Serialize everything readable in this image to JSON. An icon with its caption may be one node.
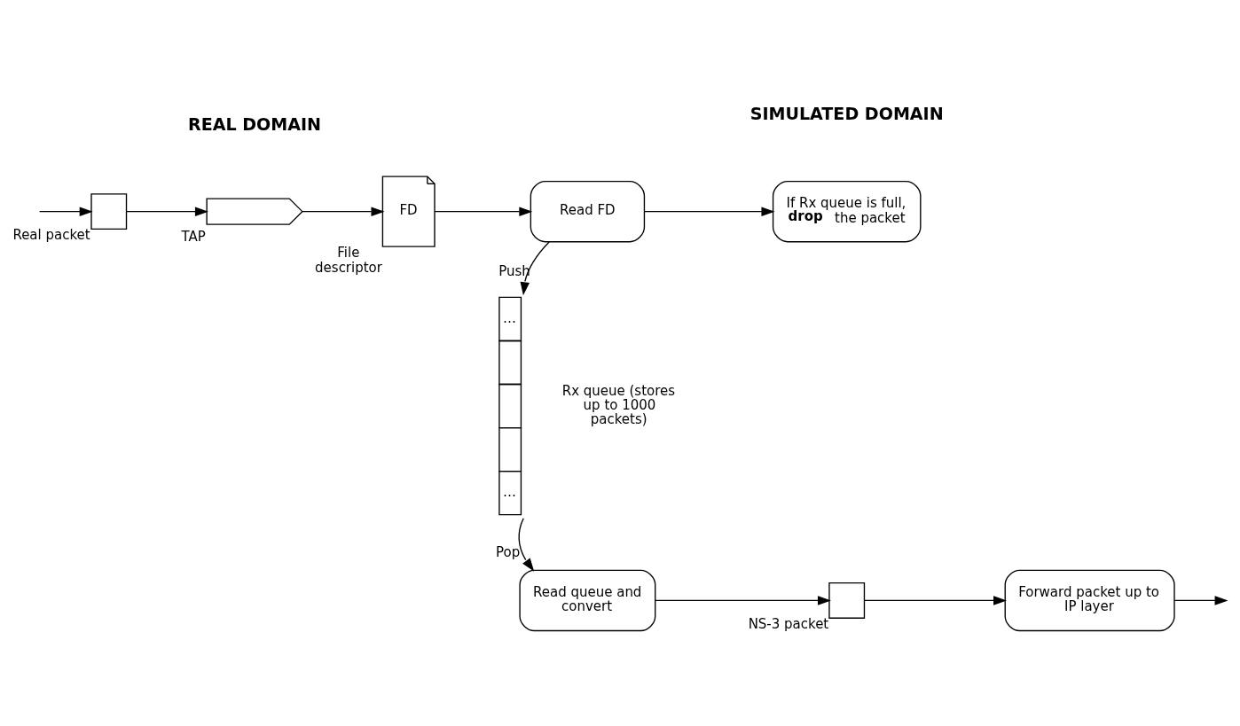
{
  "diagram": {
    "nodes": [
      {
        "text": [],
        "shape": "box",
        "beside": [
          "Real packet"
        ]
      },
      {
        "text": [],
        "shape": "chevron",
        "beside": [
          "TAP"
        ]
      },
      {
        "text": [
          "FD"
        ],
        "beside": [
          "File descriptor"
        ]
      },
      {
        "text": [
          "Read FD"
        ]
      },
      {
        "text": [
          "If Rx queue is full, **drop** the packet"
        ]
      },
      {
        "text": [
          "…",
          "…"
        ],
        "beside": [
          "Rx queue (stores up to 1000 packets)"
        ]
      },
      {
        "text": [
          "Read queue and convert"
        ]
      },
      {
        "text": [],
        "shape": "box",
        "beside": [
          "NS-3 packet"
        ]
      },
      {
        "text": [
          "Forward packet up to IP layer"
        ]
      }
    ],
    "edges": [
      {
        "from": null,
        "to": 0,
        "arrow": "to"
      },
      {
        "from": 0,
        "to": 1,
        "arrow": "to"
      },
      {
        "from": 1,
        "to": 2,
        "arrow": "to"
      },
      {
        "from": 2,
        "to": 3,
        "arrow": "to"
      },
      {
        "from": 3,
        "to": 4,
        "arrow": "to"
      },
      {
        "from": 3,
        "to": 5,
        "arrow": "to",
        "label": "Push"
      },
      {
        "from": 5,
        "to": 6,
        "arrow": "to",
        "label": "Pop"
      },
      {
        "from": 6,
        "to": 7,
        "arrow": "to"
      },
      {
        "from": 7,
        "to": 8,
        "arrow": "to"
      },
      {
        "from": 8,
        "to": null,
        "arrow": "to"
      }
    ],
    "labels": [
      "REAL DOMAIN",
      "SIMULATED DOMAIN"
    ]
  }
}
